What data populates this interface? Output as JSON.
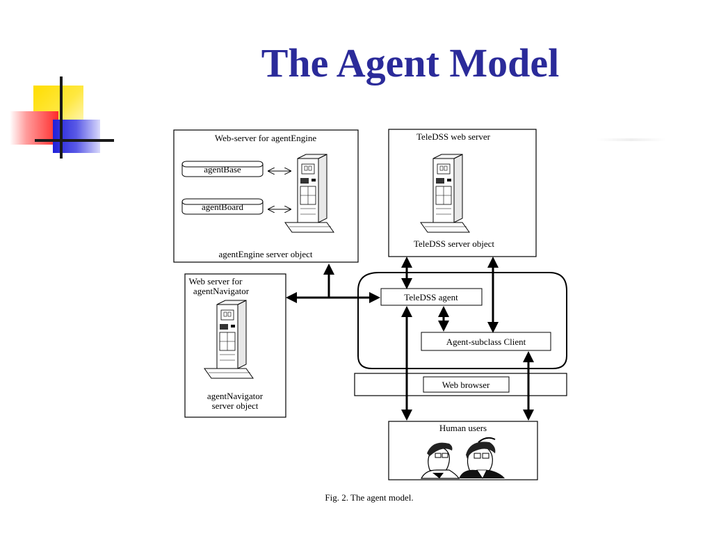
{
  "slide": {
    "title": "The Agent Model"
  },
  "diagram": {
    "engine_box": {
      "title": "Web-server for agentEngine",
      "db1": "agentBase",
      "db2": "agentBoard",
      "caption": "agentEngine server object"
    },
    "teledss_box": {
      "title": "TeleDSS web server",
      "caption": "TeleDSS server object"
    },
    "navigator_box": {
      "title_line1": "Web server for",
      "title_line2": "agentNavigator",
      "caption_line1": "agentNavigator",
      "caption_line2": "server object"
    },
    "monitor": {
      "agent_label": "TeleDSS agent",
      "client_label": "Agent-subclass Client",
      "browser_label": "Web browser"
    },
    "users_box": {
      "title": "Human users"
    },
    "figure_caption": "Fig. 2. The agent model."
  },
  "icons": [
    "server-tower-icon",
    "database-cylinder-icon",
    "double-arrow-icon",
    "human-users-illustration"
  ]
}
